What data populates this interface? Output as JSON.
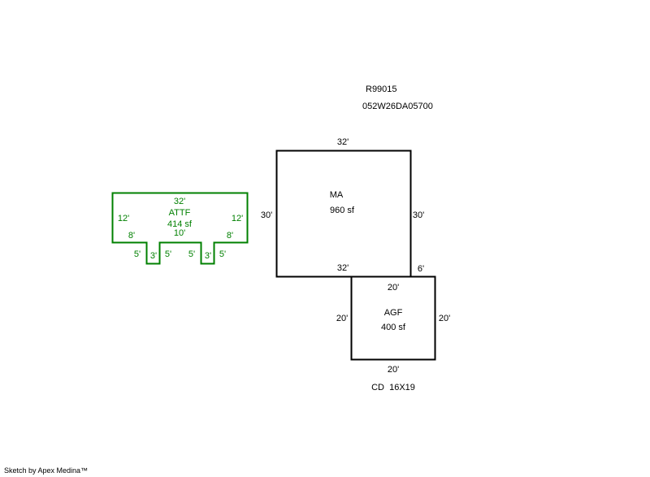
{
  "header": {
    "parcel_id": "R99015",
    "map_number": "052W26DA05700"
  },
  "colors": {
    "main": "#000000",
    "attached": "#008000"
  },
  "areas": {
    "ma": {
      "name": "MA",
      "area": "960 sf",
      "top": "32'",
      "bottom": "32'",
      "left": "30'",
      "right": "30'"
    },
    "agf": {
      "name": "AGF",
      "area": "400 sf",
      "top": "20'",
      "bottom": "20'",
      "left": "20'",
      "right": "20'",
      "offset": "6'"
    },
    "attf": {
      "name": "ATTF",
      "area": "414 sf",
      "top": "32'",
      "left": "12'",
      "right": "12'",
      "bottom_left": "8'",
      "bottom_mid": "10'",
      "bottom_right": "8'",
      "notch_labels": [
        "5'",
        "3'",
        "5'",
        "5'",
        "3'",
        "5'"
      ]
    }
  },
  "note": "CD  16X19",
  "footer": "Sketch by Apex Medina™"
}
